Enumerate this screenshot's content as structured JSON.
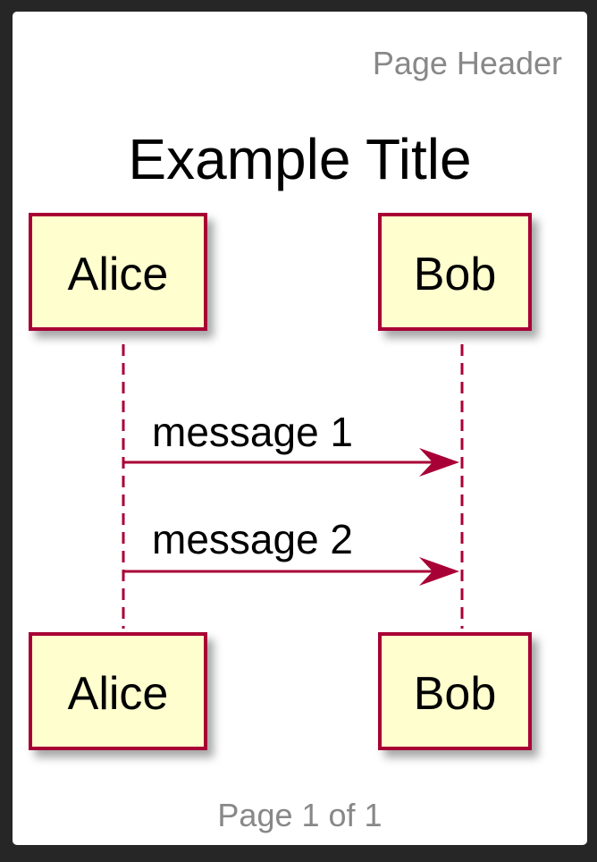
{
  "header": {
    "text": "Page Header"
  },
  "title": {
    "text": "Example Title"
  },
  "footer": {
    "text": "Page 1 of 1"
  },
  "colors": {
    "participant_fill": "#fefece",
    "participant_border": "#a80036",
    "arrow": "#a80036",
    "lifeline": "#a80036"
  },
  "participants": [
    {
      "label": "Alice"
    },
    {
      "label": "Bob"
    }
  ],
  "messages": [
    {
      "from": "Alice",
      "to": "Bob",
      "label": "message 1"
    },
    {
      "from": "Alice",
      "to": "Bob",
      "label": "message 2"
    }
  ]
}
